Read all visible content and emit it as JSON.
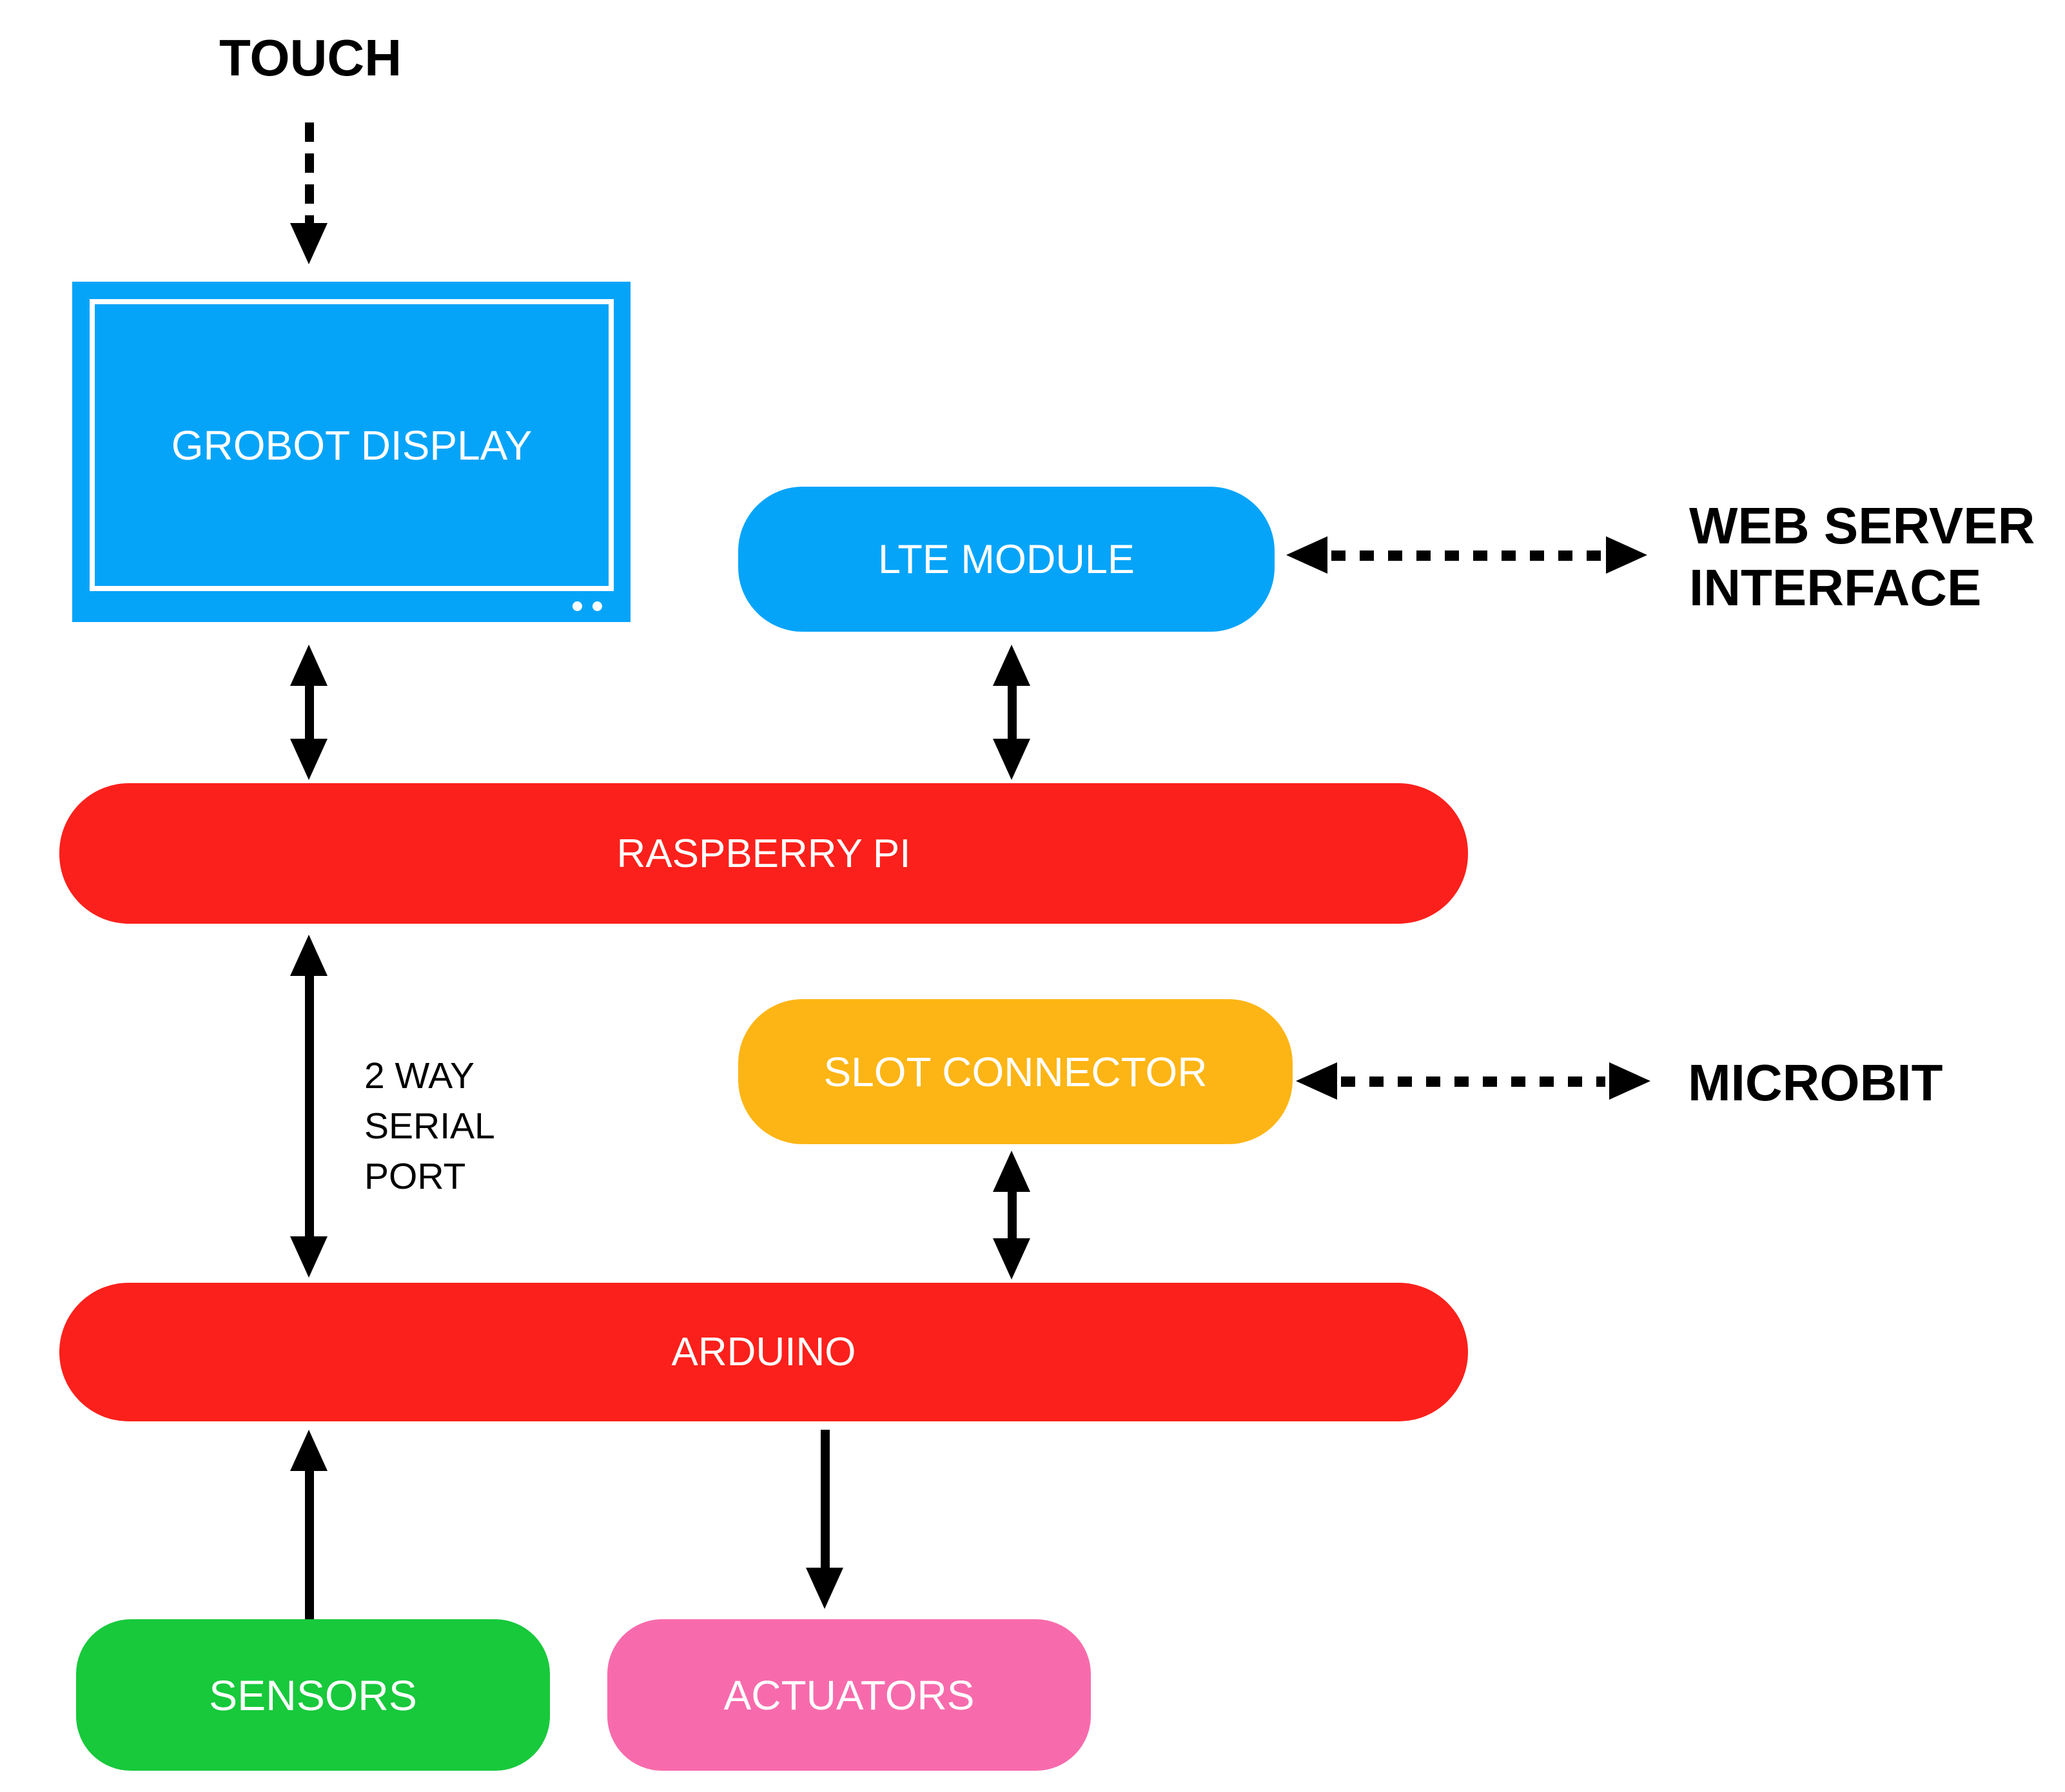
{
  "diagram": {
    "colors": {
      "blue": "#06A4F9",
      "red": "#FB201B",
      "orange": "#FDB515",
      "green": "#17C93B",
      "pink": "#F76BAC",
      "arrow_black": "#000000"
    },
    "nodes": {
      "grobot_display": "GROBOT DISPLAY",
      "lte_module": "LTE MODULE",
      "raspberry_pi": "RASPBERRY PI",
      "slot_connector": "SLOT CONNECTOR",
      "arduino": "ARDUINO",
      "sensors": "SENSORS",
      "actuators": "ACTUATORS"
    },
    "labels": {
      "touch": "TOUCH",
      "web_server_line1": "WEB SERVER",
      "web_server_line2": "INTERFACE",
      "microbit": "MICROBIT",
      "serial_line1": "2 WAY",
      "serial_line2": "SERIAL",
      "serial_line3": "PORT"
    }
  }
}
